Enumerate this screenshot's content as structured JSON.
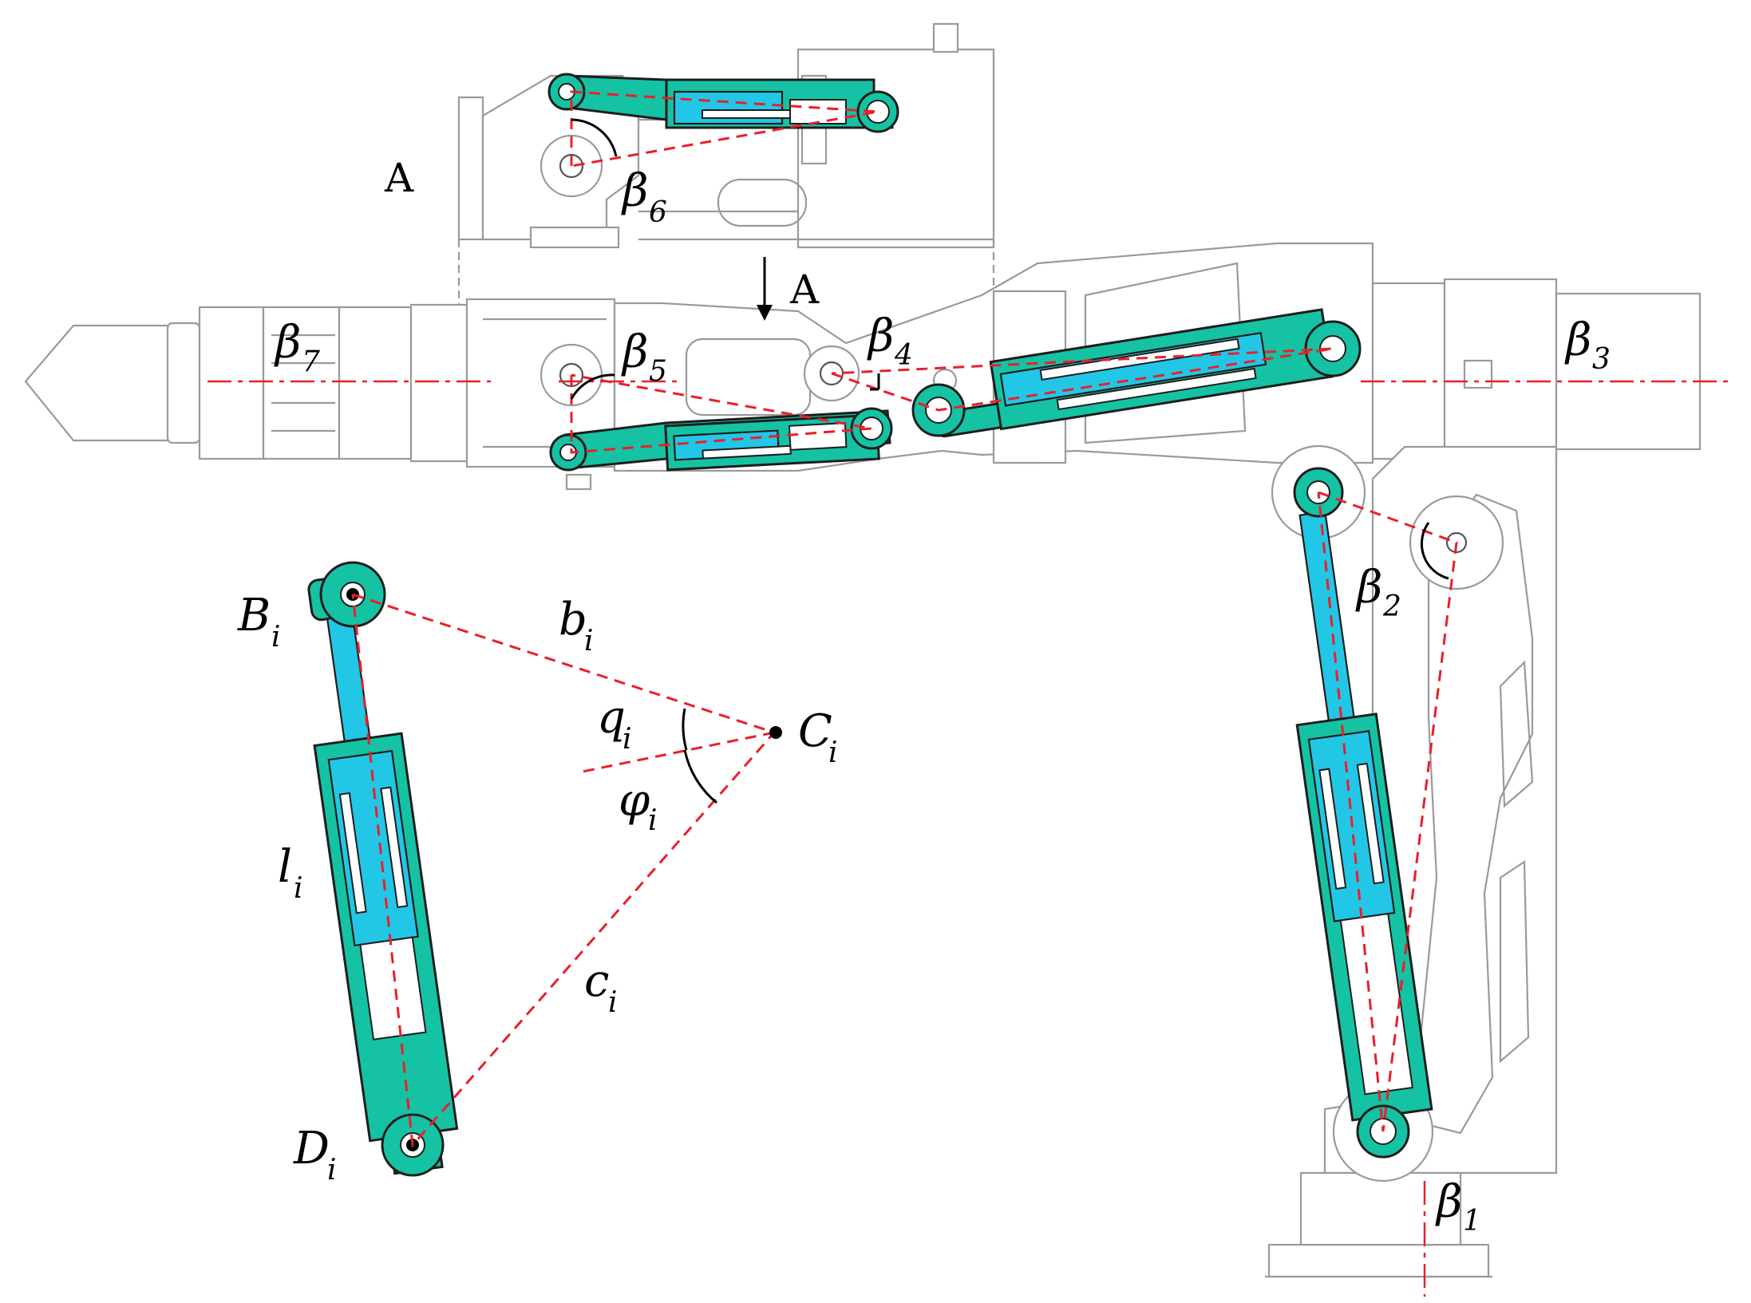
{
  "view_marker": "A",
  "labels": {
    "beta1": {
      "main": "β",
      "sub": "1"
    },
    "beta2": {
      "main": "β",
      "sub": "2"
    },
    "beta3": {
      "main": "β",
      "sub": "3"
    },
    "beta4": {
      "main": "β",
      "sub": "4"
    },
    "beta5": {
      "main": "β",
      "sub": "5"
    },
    "beta6": {
      "main": "β",
      "sub": "6"
    },
    "beta7": {
      "main": "β",
      "sub": "7"
    }
  },
  "detail": {
    "B": {
      "main": "B",
      "sub": "i"
    },
    "D": {
      "main": "D",
      "sub": "i"
    },
    "C": {
      "main": "C",
      "sub": "i"
    },
    "b": {
      "main": "b",
      "sub": "i"
    },
    "c": {
      "main": "c",
      "sub": "i"
    },
    "l": {
      "main": "l",
      "sub": "i"
    },
    "q": {
      "main": "q",
      "sub": "i"
    },
    "phi": {
      "main": "φ",
      "sub": "i"
    }
  },
  "colors": {
    "cylinder": "#16c2a4",
    "rod": "#23c7e6",
    "construction_line": "#e8202a",
    "frame": "#9a9a9a"
  }
}
